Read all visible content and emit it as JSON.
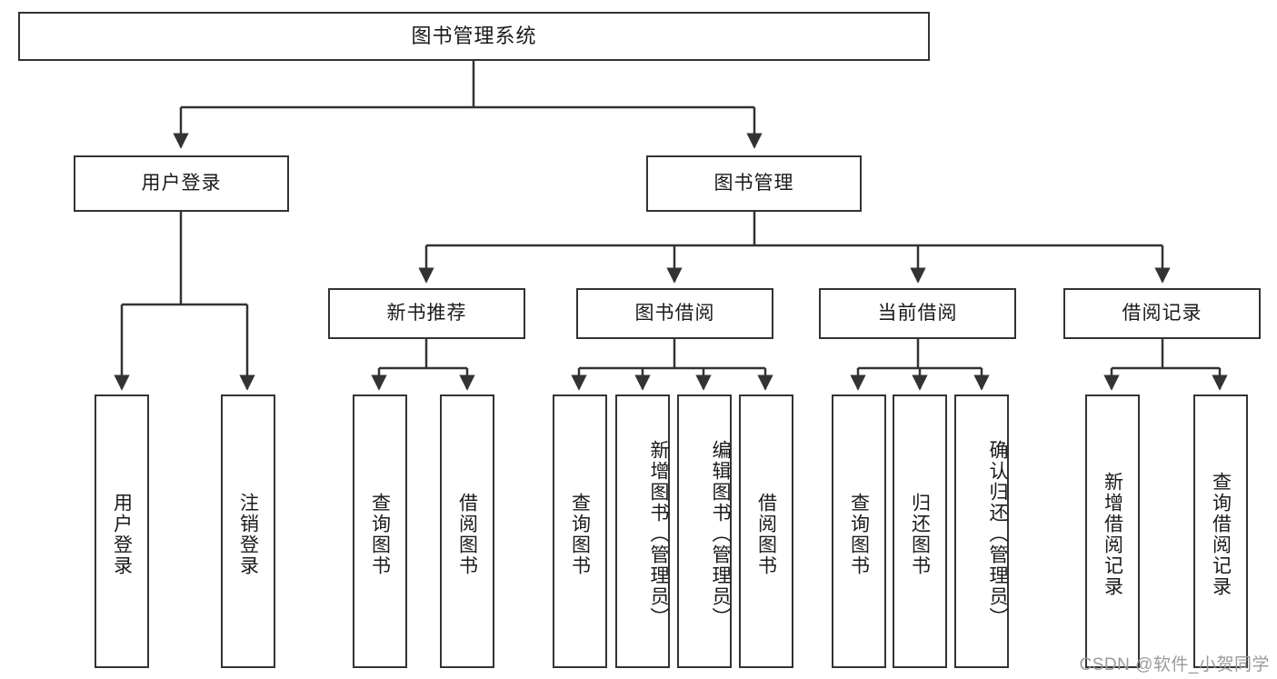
{
  "diagram": {
    "title": "图书管理系统",
    "type": "tree",
    "colors": {
      "stroke": "#333333",
      "fill": "#ffffff",
      "text": "#1a1a1a",
      "watermark": "#9a9a9a"
    },
    "root": {
      "label": "图书管理系统"
    },
    "level2": [
      {
        "label": "用户登录"
      },
      {
        "label": "图书管理"
      }
    ],
    "level3": [
      {
        "label": "新书推荐"
      },
      {
        "label": "图书借阅"
      },
      {
        "label": "当前借阅"
      },
      {
        "label": "借阅记录"
      }
    ],
    "leaves": {
      "user_login": [
        {
          "label": "用户登录"
        },
        {
          "label": "注销登录"
        }
      ],
      "new_book": [
        {
          "label": "查询图书"
        },
        {
          "label": "借阅图书"
        }
      ],
      "book_borrow": [
        {
          "label": "查询图书"
        },
        {
          "label": "新增图书（管理员）"
        },
        {
          "label": "编辑图书（管理员）"
        },
        {
          "label": "借阅图书"
        }
      ],
      "current_borrow": [
        {
          "label": "查询图书"
        },
        {
          "label": "归还图书"
        },
        {
          "label": "确认归还（管理员）"
        }
      ],
      "borrow_record": [
        {
          "label": "新增借阅记录"
        },
        {
          "label": "查询借阅记录"
        }
      ]
    }
  },
  "watermark": {
    "text": "CSDN @软件_小贺同学"
  }
}
